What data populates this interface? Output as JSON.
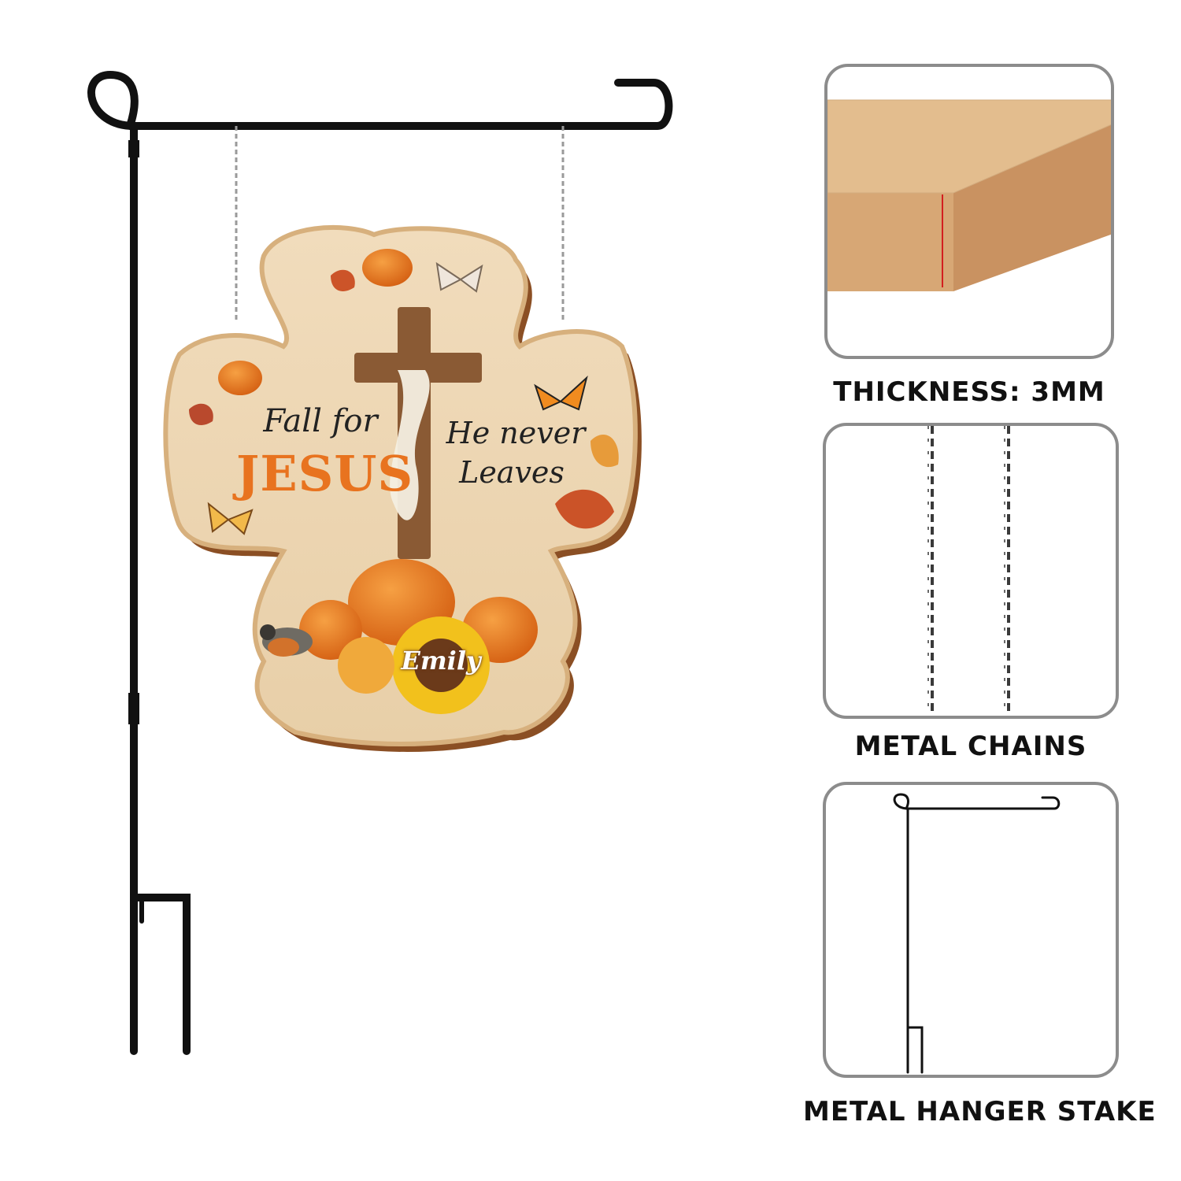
{
  "sign": {
    "line1": "Fall for",
    "line2": "JESUS",
    "line3": "He never",
    "line4": "Leaves",
    "name": "Emily"
  },
  "features": [
    {
      "caption": "THICKNESS: 3MM",
      "icon": "wood-board-icon"
    },
    {
      "caption": "METAL CHAINS",
      "icon": "chain-icon"
    },
    {
      "caption": "METAL HANGER STAKE",
      "icon": "garden-stake-icon"
    }
  ],
  "colors": {
    "wood": "#e9c99c",
    "wood_dark": "#a86a3a",
    "orange": "#e8731f",
    "metal": "#111111",
    "panel_border": "#8c8c8c"
  }
}
